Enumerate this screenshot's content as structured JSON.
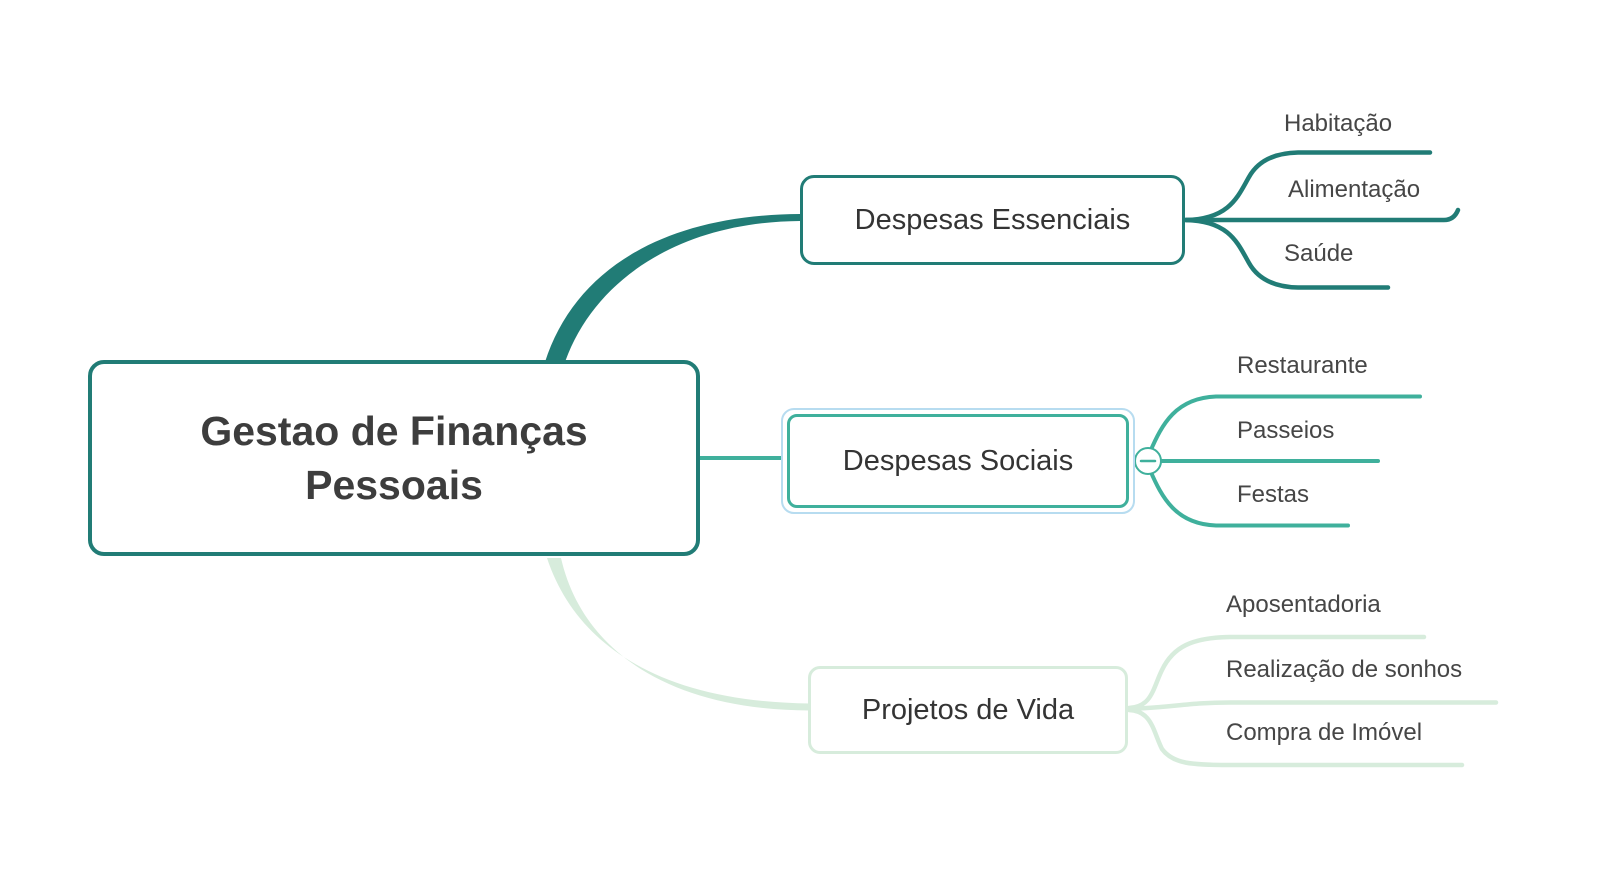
{
  "app": {
    "type": "mind-map"
  },
  "colors": {
    "canvas_bg": "#ffffff",
    "branch1": "#217c76",
    "branch2": "#3fb09c",
    "branch3": "#d7ecdc",
    "selection_outline": "#b7dcf0",
    "node_bg": "#ffffff",
    "root_text": "#3d3d3d",
    "child_text": "#464646"
  },
  "root": {
    "label": "Gestao de Finanças Pessoais"
  },
  "branches": [
    {
      "label": "Despesas Essenciais",
      "selected": false,
      "children": [
        "Habitação",
        "Alimentação",
        "Saúde"
      ]
    },
    {
      "label": "Despesas Sociais",
      "selected": true,
      "children": [
        "Restaurante",
        "Passeios",
        "Festas"
      ]
    },
    {
      "label": "Projetos de Vida",
      "selected": false,
      "children": [
        "Aposentadoria",
        "Realização de sonhos",
        "Compra de Imóvel"
      ]
    }
  ],
  "icons": {
    "collapse_button": "minus-circle-icon"
  }
}
